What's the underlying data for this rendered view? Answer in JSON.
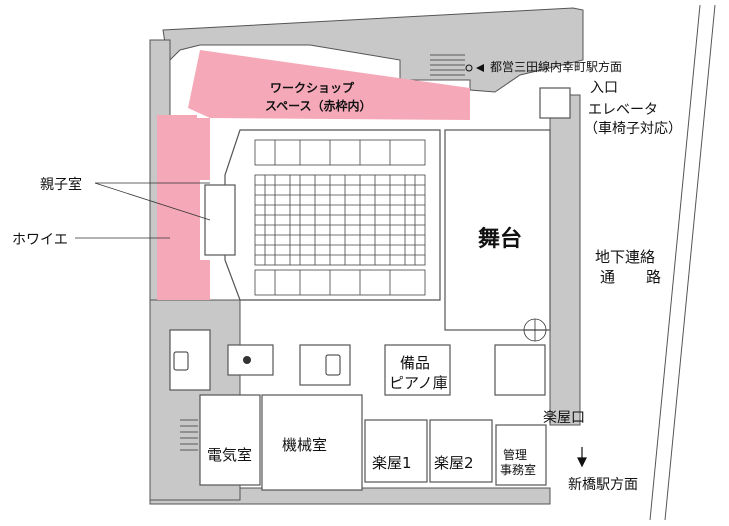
{
  "labels": {
    "workshop_line1": "ワークショップ",
    "workshop_line2": "スペース（赤枠内）",
    "direction_mita": "都営三田線内幸町駅方面",
    "entrance": "入口",
    "elevator": "エレベータ",
    "wheelchair": "（車椅子対応）",
    "parent_child_room": "親子室",
    "foyer": "ホワイエ",
    "stage": "舞台",
    "underground_line1": "地下連絡",
    "underground_line2a": "通",
    "underground_line2b": "路",
    "equipment_line1": "備品",
    "equipment_line2": "ピアノ庫",
    "electrical_room": "電気室",
    "machine_room": "機械室",
    "green_room_1": "楽屋1",
    "green_room_2": "楽屋2",
    "management_line1": "管理",
    "management_line2": "事務室",
    "backstage_entrance": "楽屋口",
    "direction_shimbashi": "新橋駅方面"
  },
  "colors": {
    "wall": "#c8c8c8",
    "wall_stroke": "#555555",
    "highlight": "#f5a9b8",
    "highlight_text": "#e8001c",
    "text": "#111111"
  },
  "icons": [
    "arrow-left-icon",
    "arrow-down-icon",
    "toilet-icon",
    "spiral-stair-icon",
    "staircase-icon"
  ]
}
